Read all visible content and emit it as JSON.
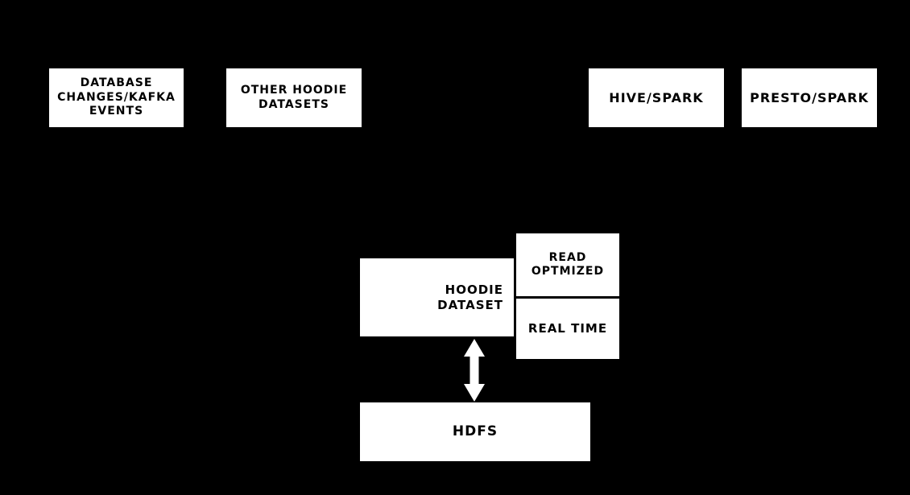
{
  "colors": {
    "background": "#000000",
    "node_fill": "#ffffff",
    "node_text": "#000000",
    "arrow": "#ffffff"
  },
  "nodes": {
    "database_kafka": {
      "lines": [
        "DATABASE",
        "CHANGES/KAFKA",
        "EVENTS"
      ]
    },
    "other_hoodie": {
      "lines": [
        "OTHER HOODIE",
        "DATASETS"
      ]
    },
    "hive_spark": {
      "lines": [
        "HIVE/SPARK"
      ]
    },
    "presto_spark": {
      "lines": [
        "PRESTO/SPARK"
      ]
    },
    "hoodie_dataset": {
      "lines": [
        "HOODIE",
        "DATASET"
      ]
    },
    "read_optimized": {
      "lines": [
        "READ",
        "OPTMIZED"
      ]
    },
    "real_time": {
      "lines": [
        "REAL TIME"
      ]
    },
    "hdfs": {
      "lines": [
        "HDFS"
      ]
    }
  },
  "connectors": {
    "hoodie_hdfs": {
      "type": "vertical-double-arrow",
      "color": "#ffffff"
    }
  }
}
